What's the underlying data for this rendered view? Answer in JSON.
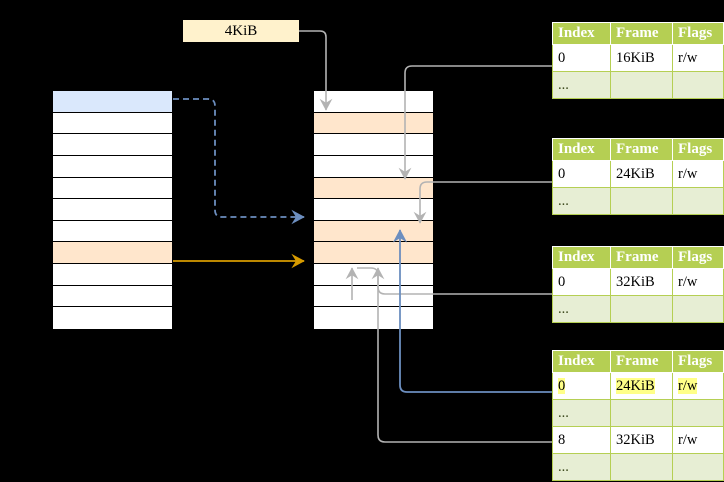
{
  "diagram": {
    "label_box": {
      "text": "4KiB"
    },
    "left_column": {
      "name": "virtual-address-space",
      "rows": [
        {
          "fill": "blue"
        },
        {
          "fill": "white"
        },
        {
          "fill": "white"
        },
        {
          "fill": "white"
        },
        {
          "fill": "white"
        },
        {
          "fill": "white"
        },
        {
          "fill": "white"
        },
        {
          "fill": "orange"
        },
        {
          "fill": "white"
        },
        {
          "fill": "white"
        },
        {
          "fill": "white"
        }
      ]
    },
    "middle_column": {
      "name": "physical-memory",
      "rows": [
        {
          "fill": "white"
        },
        {
          "fill": "orange"
        },
        {
          "fill": "white"
        },
        {
          "fill": "white"
        },
        {
          "fill": "orange"
        },
        {
          "fill": "white"
        },
        {
          "fill": "orange"
        },
        {
          "fill": "orange"
        },
        {
          "fill": "white"
        },
        {
          "fill": "white"
        },
        {
          "fill": "white"
        }
      ]
    },
    "colors": {
      "header_green": "#b5cf53",
      "row_dim_green": "#e7eed4",
      "highlight_yellow": "#ffff88",
      "block_blue": "#dae8fc",
      "block_orange": "#ffe6cc",
      "label_cream": "#fff2cc",
      "arrow_gray": "#b3b3b3",
      "arrow_blue": "#6c8ebf",
      "arrow_orange": "#d79b00"
    },
    "tables": [
      {
        "name": "page-table-1",
        "headers": [
          "Index",
          "Frame",
          "Flags"
        ],
        "rows": [
          {
            "style": "normal",
            "cells": [
              "0",
              "16KiB",
              "r/w"
            ],
            "highlight": [
              false,
              false,
              false
            ]
          },
          {
            "style": "dim",
            "cells": [
              "...",
              "",
              ""
            ],
            "highlight": [
              false,
              false,
              false
            ]
          }
        ]
      },
      {
        "name": "page-table-2",
        "headers": [
          "Index",
          "Frame",
          "Flags"
        ],
        "rows": [
          {
            "style": "normal",
            "cells": [
              "0",
              "24KiB",
              "r/w"
            ],
            "highlight": [
              false,
              false,
              false
            ]
          },
          {
            "style": "dim",
            "cells": [
              "...",
              "",
              ""
            ],
            "highlight": [
              false,
              false,
              false
            ]
          }
        ]
      },
      {
        "name": "page-table-3",
        "headers": [
          "Index",
          "Frame",
          "Flags"
        ],
        "rows": [
          {
            "style": "normal",
            "cells": [
              "0",
              "32KiB",
              "r/w"
            ],
            "highlight": [
              false,
              false,
              false
            ]
          },
          {
            "style": "dim",
            "cells": [
              "...",
              "",
              ""
            ],
            "highlight": [
              false,
              false,
              false
            ]
          }
        ]
      },
      {
        "name": "page-table-4",
        "headers": [
          "Index",
          "Frame",
          "Flags"
        ],
        "rows": [
          {
            "style": "normal",
            "cells": [
              "0",
              "24KiB",
              "r/w"
            ],
            "highlight": [
              true,
              true,
              true
            ]
          },
          {
            "style": "dim",
            "cells": [
              "...",
              "",
              ""
            ],
            "highlight": [
              false,
              false,
              false
            ]
          },
          {
            "style": "normal",
            "cells": [
              "8",
              "32KiB",
              "r/w"
            ],
            "highlight": [
              false,
              false,
              false
            ]
          },
          {
            "style": "dim",
            "cells": [
              "...",
              "",
              ""
            ],
            "highlight": [
              false,
              false,
              false
            ]
          }
        ]
      }
    ]
  }
}
